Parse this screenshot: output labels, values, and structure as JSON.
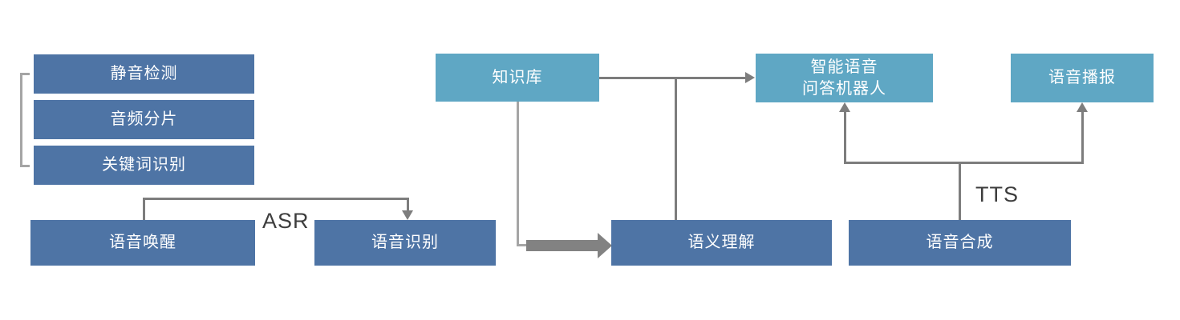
{
  "diagram": {
    "type": "flow-diagram",
    "colors": {
      "dark_box": "#4e74a5",
      "light_box": "#5fa7c4",
      "connector": "#7d7d7d",
      "connector_light": "#a5a5a5",
      "thick_arrow": "#828282",
      "edge_label": "#3d3d3d",
      "box_text": "#ffffff"
    },
    "nodes": {
      "silence_detection": {
        "label": "静音检测",
        "style": "dark"
      },
      "audio_segmentation": {
        "label": "音频分片",
        "style": "dark"
      },
      "keyword_recognition": {
        "label": "关键词识别",
        "style": "dark"
      },
      "voice_wakeup": {
        "label": "语音唤醒",
        "style": "dark"
      },
      "speech_recognition": {
        "label": "语音识别",
        "style": "dark"
      },
      "knowledge_base": {
        "label": "知识库",
        "style": "light"
      },
      "qa_robot": {
        "label": "智能语音\n问答机器人",
        "style": "light"
      },
      "voice_broadcast": {
        "label": "语音播报",
        "style": "light"
      },
      "semantic_understanding": {
        "label": "语义理解",
        "style": "dark"
      },
      "speech_synthesis": {
        "label": "语音合成",
        "style": "dark"
      }
    },
    "edge_labels": {
      "asr": "ASR",
      "tts": "TTS"
    },
    "edges": [
      {
        "from": "voice_wakeup",
        "to": "speech_recognition",
        "label": "ASR",
        "arrow": true
      },
      {
        "from": "knowledge_base",
        "to": "qa_robot",
        "arrow": true
      },
      {
        "from": "knowledge_base",
        "to": "semantic_understanding",
        "arrow": "thick"
      },
      {
        "from": "qa_robot_branch",
        "to": "semantic_understanding",
        "arrow": false
      },
      {
        "from": "speech_synthesis",
        "to": "qa_robot",
        "label": "TTS",
        "arrow": true
      },
      {
        "from": "speech_synthesis",
        "to": "voice_broadcast",
        "label": "TTS",
        "arrow": true
      }
    ],
    "bracket_group": [
      "silence_detection",
      "audio_segmentation",
      "keyword_recognition"
    ]
  }
}
